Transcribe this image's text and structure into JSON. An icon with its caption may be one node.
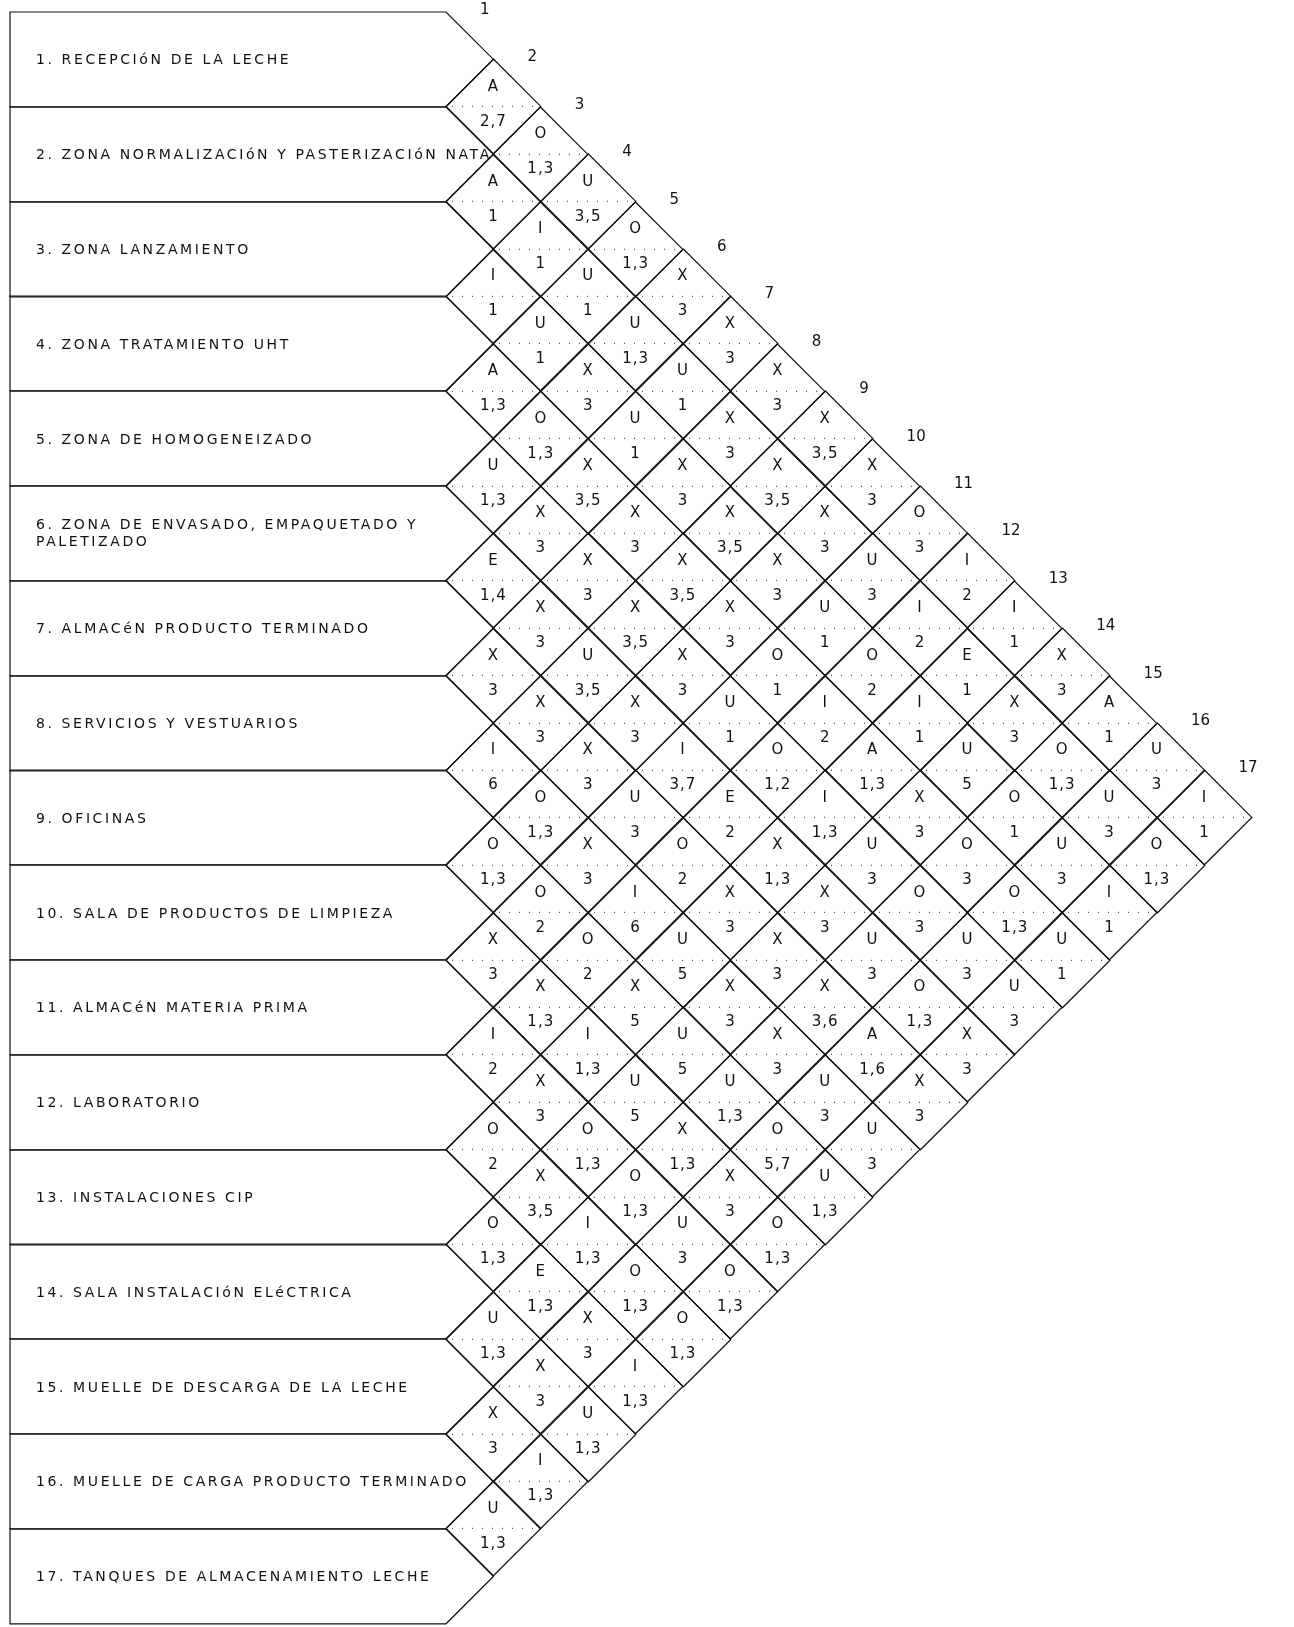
{
  "diagram": {
    "nodes": [
      {
        "text": [
          "1. RECEPCIóN DE LA LECHE"
        ]
      },
      {
        "text": [
          "2. ZONA NORMALIZACIóN Y PASTERIZACIóN NATA"
        ]
      },
      {
        "text": [
          "3. ZONA LANZAMIENTO"
        ]
      },
      {
        "text": [
          "4. ZONA TRATAMIENTO UHT"
        ]
      },
      {
        "text": [
          "5. ZONA DE HOMOGENEIZADO"
        ]
      },
      {
        "text": [
          "6. ZONA DE ENVASADO, EMPAQUETADO Y PALETIZADO"
        ]
      },
      {
        "text": [
          "7. ALMACéN PRODUCTO TERMINADO"
        ]
      },
      {
        "text": [
          "8. SERVICIOS Y VESTUARIOS"
        ]
      },
      {
        "text": [
          "9. OFICINAS"
        ]
      },
      {
        "text": [
          "10. SALA DE PRODUCTOS DE LIMPIEZA"
        ]
      },
      {
        "text": [
          "11. ALMACéN MATERIA PRIMA"
        ]
      },
      {
        "text": [
          "12. LABORATORIO"
        ]
      },
      {
        "text": [
          "13. INSTALACIONES CIP"
        ]
      },
      {
        "text": [
          "14. SALA INSTALACIóN ELéCTRICA"
        ]
      },
      {
        "text": [
          "15. MUELLE DE DESCARGA DE LA LECHE"
        ]
      },
      {
        "text": [
          "16. MUELLE DE CARGA PRODUCTO TERMINADO"
        ]
      },
      {
        "text": [
          "17. TANQUES DE ALMACENAMIENTO LECHE"
        ]
      },
      {
        "text": [
          "A",
          "2,7"
        ]
      },
      {
        "text": [
          "O",
          "1,3"
        ]
      },
      {
        "text": [
          "A",
          "1"
        ]
      },
      {
        "text": [
          "U",
          "3,5"
        ]
      },
      {
        "text": [
          "I",
          "1"
        ]
      },
      {
        "text": [
          "O",
          "1,3"
        ]
      },
      {
        "text": [
          "I",
          "1"
        ]
      },
      {
        "text": [
          "U",
          "1"
        ]
      },
      {
        "text": [
          "X",
          "3"
        ]
      },
      {
        "text": [
          "U",
          "1"
        ]
      },
      {
        "text": [
          "U",
          "1,3"
        ]
      },
      {
        "text": [
          "X",
          "3"
        ]
      },
      {
        "text": [
          "A",
          "1,3"
        ]
      },
      {
        "text": [
          "X",
          "3"
        ]
      },
      {
        "text": [
          "U",
          "1"
        ]
      },
      {
        "text": [
          "X",
          "3"
        ]
      },
      {
        "text": [
          "O",
          "1,3"
        ]
      },
      {
        "text": [
          "U",
          "1"
        ]
      },
      {
        "text": [
          "X",
          "3"
        ]
      },
      {
        "text": [
          "X",
          "3,5"
        ]
      },
      {
        "text": [
          "U",
          "1,3"
        ]
      },
      {
        "text": [
          "X",
          "3,5"
        ]
      },
      {
        "text": [
          "X",
          "3"
        ]
      },
      {
        "text": [
          "X",
          "3,5"
        ]
      },
      {
        "text": [
          "X",
          "3"
        ]
      },
      {
        "text": [
          "X",
          "3"
        ]
      },
      {
        "text": [
          "X",
          "3"
        ]
      },
      {
        "text": [
          "X",
          "3,5"
        ]
      },
      {
        "text": [
          "X",
          "3"
        ]
      },
      {
        "text": [
          "O",
          "3"
        ]
      },
      {
        "text": [
          "E",
          "1,4"
        ]
      },
      {
        "text": [
          "X",
          "3"
        ]
      },
      {
        "text": [
          "X",
          "3,5"
        ]
      },
      {
        "text": [
          "X",
          "3"
        ]
      },
      {
        "text": [
          "U",
          "3"
        ]
      },
      {
        "text": [
          "I",
          "2"
        ]
      },
      {
        "text": [
          "X",
          "3"
        ]
      },
      {
        "text": [
          "X",
          "3,5"
        ]
      },
      {
        "text": [
          "X",
          "3"
        ]
      },
      {
        "text": [
          "U",
          "1"
        ]
      },
      {
        "text": [
          "I",
          "2"
        ]
      },
      {
        "text": [
          "I",
          "1"
        ]
      },
      {
        "text": [
          "X",
          "3"
        ]
      },
      {
        "text": [
          "U",
          "3,5"
        ]
      },
      {
        "text": [
          "X",
          "3"
        ]
      },
      {
        "text": [
          "O",
          "1"
        ]
      },
      {
        "text": [
          "O",
          "2"
        ]
      },
      {
        "text": [
          "E",
          "1"
        ]
      },
      {
        "text": [
          "X",
          "3"
        ]
      },
      {
        "text": [
          "X",
          "3"
        ]
      },
      {
        "text": [
          "X",
          "3"
        ]
      },
      {
        "text": [
          "U",
          "1"
        ]
      },
      {
        "text": [
          "I",
          "2"
        ]
      },
      {
        "text": [
          "I",
          "1"
        ]
      },
      {
        "text": [
          "X",
          "3"
        ]
      },
      {
        "text": [
          "A",
          "1"
        ]
      },
      {
        "text": [
          "I",
          "6"
        ]
      },
      {
        "text": [
          "X",
          "3"
        ]
      },
      {
        "text": [
          "I",
          "3,7"
        ]
      },
      {
        "text": [
          "O",
          "1,2"
        ]
      },
      {
        "text": [
          "A",
          "1,3"
        ]
      },
      {
        "text": [
          "U",
          "5"
        ]
      },
      {
        "text": [
          "O",
          "1,3"
        ]
      },
      {
        "text": [
          "U",
          "3"
        ]
      },
      {
        "text": [
          "O",
          "1,3"
        ]
      },
      {
        "text": [
          "U",
          "3"
        ]
      },
      {
        "text": [
          "E",
          "2"
        ]
      },
      {
        "text": [
          "I",
          "1,3"
        ]
      },
      {
        "text": [
          "X",
          "3"
        ]
      },
      {
        "text": [
          "O",
          "1"
        ]
      },
      {
        "text": [
          "U",
          "3"
        ]
      },
      {
        "text": [
          "I",
          "1"
        ]
      },
      {
        "text": [
          "O",
          "1,3"
        ]
      },
      {
        "text": [
          "X",
          "3"
        ]
      },
      {
        "text": [
          "O",
          "2"
        ]
      },
      {
        "text": [
          "X",
          "1,3"
        ]
      },
      {
        "text": [
          "U",
          "3"
        ]
      },
      {
        "text": [
          "O",
          "3"
        ]
      },
      {
        "text": [
          "U",
          "3"
        ]
      },
      {
        "text": [
          "O",
          "1,3"
        ]
      },
      {
        "text": [
          "O",
          "2"
        ]
      },
      {
        "text": [
          "I",
          "6"
        ]
      },
      {
        "text": [
          "X",
          "3"
        ]
      },
      {
        "text": [
          "X",
          "3"
        ]
      },
      {
        "text": [
          "O",
          "3"
        ]
      },
      {
        "text": [
          "O",
          "1,3"
        ]
      },
      {
        "text": [
          "I",
          "1"
        ]
      },
      {
        "text": [
          "X",
          "3"
        ]
      },
      {
        "text": [
          "O",
          "2"
        ]
      },
      {
        "text": [
          "U",
          "5"
        ]
      },
      {
        "text": [
          "X",
          "3"
        ]
      },
      {
        "text": [
          "U",
          "3"
        ]
      },
      {
        "text": [
          "U",
          "3"
        ]
      },
      {
        "text": [
          "U",
          "1"
        ]
      },
      {
        "text": [
          "X",
          "1,3"
        ]
      },
      {
        "text": [
          "X",
          "5"
        ]
      },
      {
        "text": [
          "X",
          "3"
        ]
      },
      {
        "text": [
          "X",
          "3,6"
        ]
      },
      {
        "text": [
          "O",
          "1,3"
        ]
      },
      {
        "text": [
          "U",
          "3"
        ]
      },
      {
        "text": [
          "I",
          "2"
        ]
      },
      {
        "text": [
          "I",
          "1,3"
        ]
      },
      {
        "text": [
          "U",
          "5"
        ]
      },
      {
        "text": [
          "X",
          "3"
        ]
      },
      {
        "text": [
          "A",
          "1,6"
        ]
      },
      {
        "text": [
          "X",
          "3"
        ]
      },
      {
        "text": [
          "X",
          "3"
        ]
      },
      {
        "text": [
          "U",
          "5"
        ]
      },
      {
        "text": [
          "U",
          "1,3"
        ]
      },
      {
        "text": [
          "U",
          "3"
        ]
      },
      {
        "text": [
          "X",
          "3"
        ]
      },
      {
        "text": [
          "O",
          "2"
        ]
      },
      {
        "text": [
          "O",
          "1,3"
        ]
      },
      {
        "text": [
          "X",
          "1,3"
        ]
      },
      {
        "text": [
          "O",
          "5,7"
        ]
      },
      {
        "text": [
          "U",
          "3"
        ]
      },
      {
        "text": [
          "X",
          "3,5"
        ]
      },
      {
        "text": [
          "O",
          "1,3"
        ]
      },
      {
        "text": [
          "X",
          "3"
        ]
      },
      {
        "text": [
          "U",
          "1,3"
        ]
      },
      {
        "text": [
          "O",
          "1,3"
        ]
      },
      {
        "text": [
          "I",
          "1,3"
        ]
      },
      {
        "text": [
          "U",
          "3"
        ]
      },
      {
        "text": [
          "O",
          "1,3"
        ]
      },
      {
        "text": [
          "E",
          "1,3"
        ]
      },
      {
        "text": [
          "O",
          "1,3"
        ]
      },
      {
        "text": [
          "O",
          "1,3"
        ]
      },
      {
        "text": [
          "U",
          "1,3"
        ]
      },
      {
        "text": [
          "X",
          "3"
        ]
      },
      {
        "text": [
          "O",
          "1,3"
        ]
      },
      {
        "text": [
          "X",
          "3"
        ]
      },
      {
        "text": [
          "I",
          "1,3"
        ]
      },
      {
        "text": [
          "X",
          "3"
        ]
      },
      {
        "text": [
          "U",
          "1,3"
        ]
      },
      {
        "text": [
          "I",
          "1,3"
        ]
      },
      {
        "text": [
          "U",
          "1,3"
        ]
      }
    ],
    "labels": [
      "1",
      "2",
      "3",
      "4",
      "5",
      "6",
      "7",
      "8",
      "9",
      "10",
      "11",
      "12",
      "13",
      "14",
      "15",
      "16",
      "17"
    ]
  }
}
